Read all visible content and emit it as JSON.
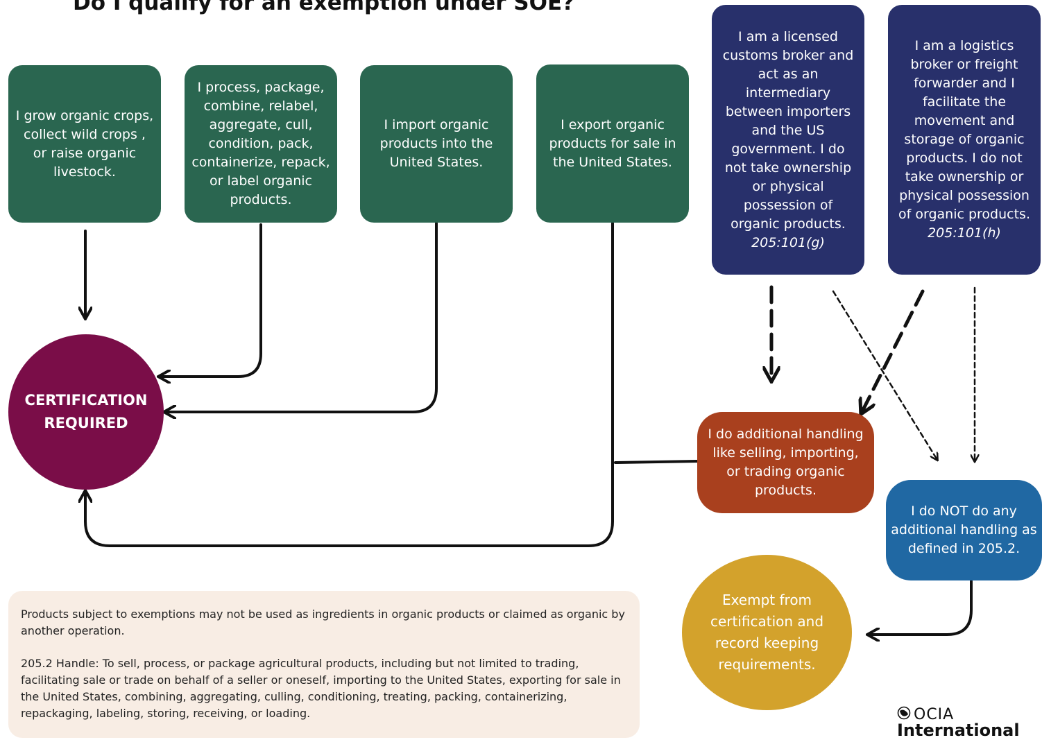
{
  "title": "Do I qualify for an exemption under SOE?",
  "boxes": {
    "grow": "I grow organic crops, collect wild crops , or raise organic livestock.",
    "process": "I process, package, combine, relabel, aggregate, cull, condition, pack, containerize, repack, or label organic products.",
    "import": "I import organic products into the United States.",
    "export": "I export organic products for sale in the United States.",
    "customs_broker": {
      "text": "I am a licensed customs broker and act as an intermediary between importers and the US government. I do not take ownership or physical possession of organic products.",
      "ref": "205:101(g)"
    },
    "logistics_broker": {
      "text": "I am a logistics broker or freight forwarder and I facilitate the movement and storage of organic products. I do not take ownership or physical possession of organic products.",
      "ref": "205:101(h)"
    },
    "additional_handling": "I do additional handling like selling, importing, or trading organic products.",
    "no_additional_handling": "I do NOT do any additional handling as defined in 205.2."
  },
  "certification_required": "CERTIFICATION REQUIRED",
  "exempt": "Exempt from certification and record keeping requirements.",
  "notes": {
    "line1": "Products subject to exemptions may not be used as ingredients in organic products or claimed as organic by another operation.",
    "line2": "205.2 Handle: To sell, process, or package agricultural products, including but not limited to trading, facilitating sale or trade on behalf of a seller or oneself, importing to the United States, exporting for sale in the United States, combining, aggregating, culling, conditioning, treating, packing, containerizing, repackaging, labeling, storing, receiving, or loading."
  },
  "logo": {
    "brand": "OCIA",
    "sub": "International"
  },
  "colors": {
    "green": "#2a6650",
    "navy": "#28306b",
    "plum": "#7a0d48",
    "rust": "#a9401e",
    "blue": "#2068a3",
    "gold": "#d3a22c",
    "note_bg": "#f8ede4"
  }
}
